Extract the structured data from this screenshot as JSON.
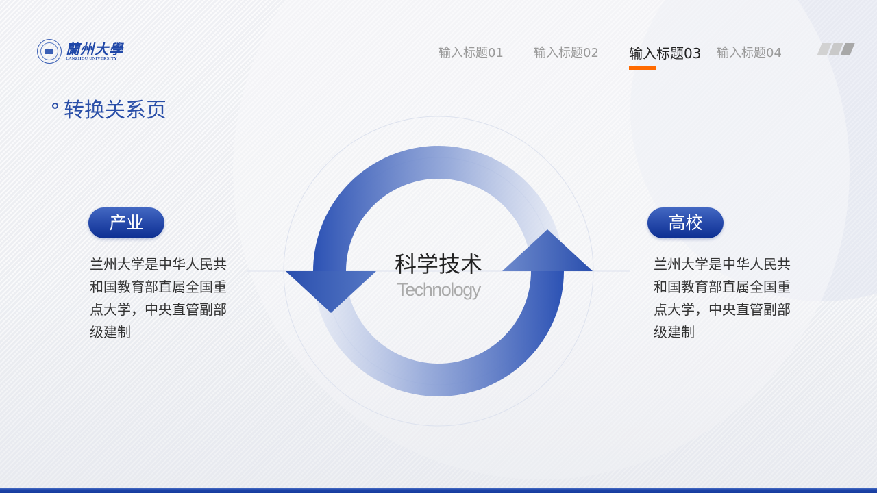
{
  "header": {
    "logo": {
      "name_cn": "蘭州大學",
      "name_en": "LANZHOU UNIVERSITY"
    },
    "nav": [
      {
        "label": "输入标题01",
        "active": false
      },
      {
        "label": "输入标题02",
        "active": false
      },
      {
        "label": "输入标题03",
        "active": true
      },
      {
        "label": "输入标题04",
        "active": false
      }
    ],
    "accent_color": "#ff6a00"
  },
  "page": {
    "title": "转换关系页",
    "title_color": "#2a4fa8"
  },
  "diagram": {
    "center_title": "科学技术",
    "center_subtitle": "Technology",
    "arrow_color": "#2c52b4",
    "left": {
      "label": "产业",
      "description": "兰州大学是中华人民共和国教育部直属全国重点大学，中央直管副部级建制"
    },
    "right": {
      "label": "高校",
      "description": "兰州大学是中华人民共和国教育部直属全国重点大学，中央直管副部级建制"
    }
  },
  "theme": {
    "primary": "#1c43a8",
    "pill_gradient": [
      "#4368c2",
      "#0d2f92"
    ]
  }
}
